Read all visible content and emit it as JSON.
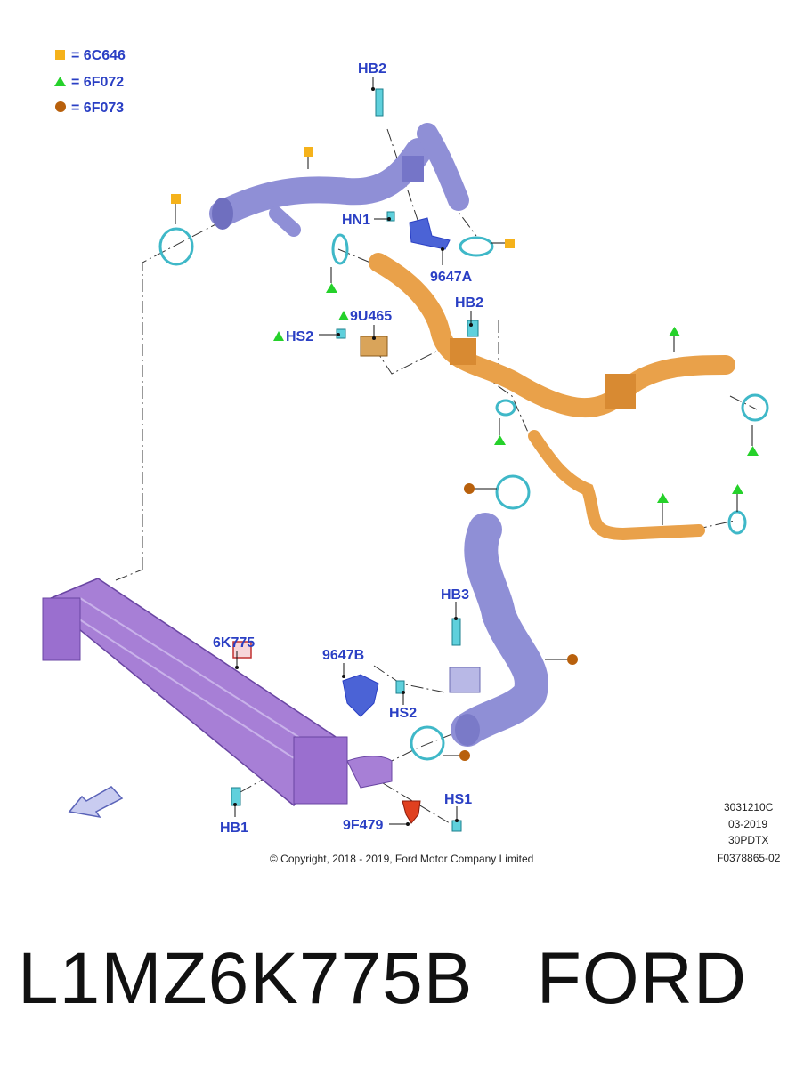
{
  "legend": [
    {
      "symbol": "square",
      "color": "#f5b21b",
      "text": "= 6C646"
    },
    {
      "symbol": "triangle",
      "color": "#25d12a",
      "text": "= 6F072"
    },
    {
      "symbol": "circle",
      "color": "#b8600c",
      "text": "= 6F073"
    }
  ],
  "labels": {
    "hb2_top": "HB2",
    "hn1": "HN1",
    "p9647a": "9647A",
    "hb2_mid": "HB2",
    "p9u465": "9U465",
    "hs2_top": "HS2",
    "p6k775": "6K775",
    "p9647b": "9647B",
    "hs2_bottom": "HS2",
    "hb3": "HB3",
    "hb1": "HB1",
    "p9f479": "9F479",
    "hs1": "HS1"
  },
  "meta": {
    "line1": "3031210C",
    "line2": "03-2019",
    "line3": "30PDTX",
    "line4": "F0378865-02"
  },
  "copyright": "© Copyright, 2018 - 2019, Ford Motor Company Limited",
  "part_title": "L1MZ6K775B   FORD",
  "colors": {
    "label_blue": "#2a3fc4",
    "hose_blue": "#8f8fd6",
    "hose_orange": "#e9a14a",
    "intercooler": "#a77fd6",
    "clamp_cyan": "#3fb8c8"
  }
}
